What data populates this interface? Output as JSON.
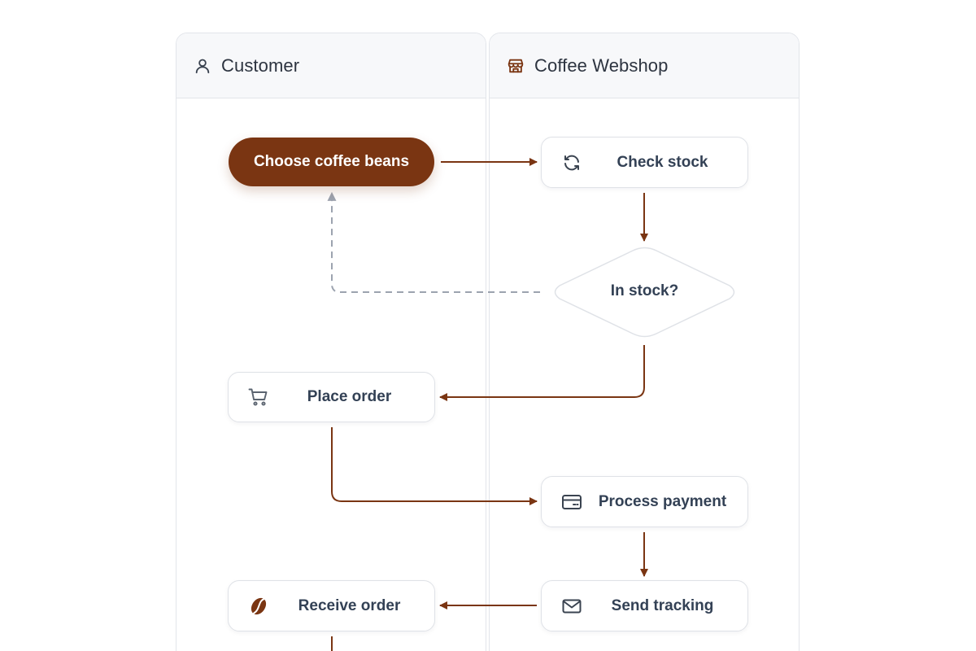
{
  "lanes": {
    "customer": {
      "title": "Customer",
      "icon": "user-icon"
    },
    "webshop": {
      "title": "Coffee Webshop",
      "icon": "store-icon"
    }
  },
  "nodes": {
    "choose": {
      "label": "Choose coffee beans"
    },
    "check_stock": {
      "label": "Check stock",
      "icon": "refresh-icon"
    },
    "in_stock": {
      "label": "In stock?"
    },
    "place_order": {
      "label": "Place order",
      "icon": "cart-icon"
    },
    "process_payment": {
      "label": "Process payment",
      "icon": "credit-card-icon"
    },
    "send_tracking": {
      "label": "Send tracking",
      "icon": "mail-icon"
    },
    "receive_order": {
      "label": "Receive order",
      "icon": "coffee-bean-icon"
    }
  },
  "colors": {
    "accent": "#7a3512",
    "connector": "#7a3512",
    "dashed_connector": "#9ca3af",
    "text": "#334155",
    "border": "#e2e5ea",
    "header_bg": "#f7f8fa"
  }
}
